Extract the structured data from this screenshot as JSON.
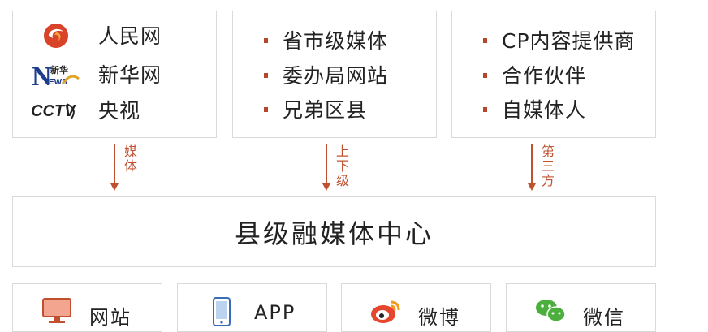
{
  "sources": {
    "media": [
      {
        "logo": "people-daily-logo",
        "label": "人民网"
      },
      {
        "logo": "xinhua-logo",
        "label": "新华网"
      },
      {
        "logo": "cctv-logo",
        "label": "央视"
      }
    ],
    "government": [
      "省市级媒体",
      "委办局网站",
      "兄弟区县"
    ],
    "third_party": [
      "CP内容提供商",
      "合作伙伴",
      "自媒体人"
    ]
  },
  "arrows": [
    "媒体",
    "上下级",
    "第三方"
  ],
  "center": {
    "title": "县级融媒体中心"
  },
  "channels": [
    {
      "icon": "monitor-icon",
      "label": "网站"
    },
    {
      "icon": "phone-icon",
      "label": "APP"
    },
    {
      "icon": "weibo-icon",
      "label": "微博"
    },
    {
      "icon": "wechat-icon",
      "label": "微信"
    }
  ],
  "colors": {
    "accent": "#c0502f",
    "border": "#d9d9d9"
  }
}
